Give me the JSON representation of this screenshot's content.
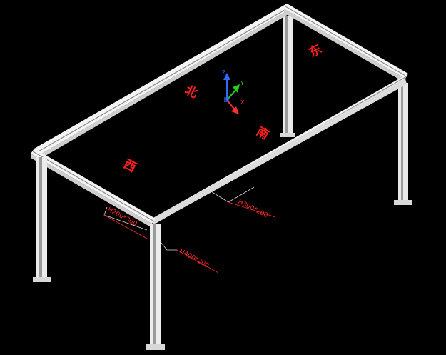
{
  "directions": {
    "east": "东",
    "north": "北",
    "south": "南",
    "west": "西"
  },
  "dimensions": {
    "beam_long_side": "H300*200",
    "beam_short_side": "H200*300",
    "column": "H400*200"
  },
  "ucs": {
    "x_label": "X",
    "y_label": "Y",
    "z_label": "Z",
    "x_color": "#ff3030",
    "y_color": "#20d020",
    "z_color": "#2f6bff"
  },
  "colors": {
    "background": "#000000",
    "steel": "#f2f2f2",
    "annotation": "#ff1e1e"
  }
}
